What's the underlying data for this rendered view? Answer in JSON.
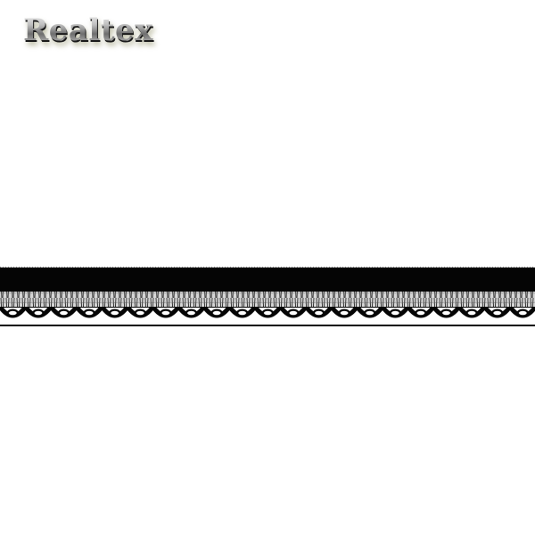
{
  "logo": {
    "text": "Realtex"
  },
  "product": {
    "subject": "black elastic lace trim",
    "colors": {
      "band": "#050505",
      "mesh": "#cfcfcf",
      "background": "#ffffff"
    },
    "band_y": [
      300,
      327
    ],
    "mesh_y": [
      327,
      345
    ],
    "scallop_y": [
      345,
      366
    ],
    "scallop_count": 21
  }
}
